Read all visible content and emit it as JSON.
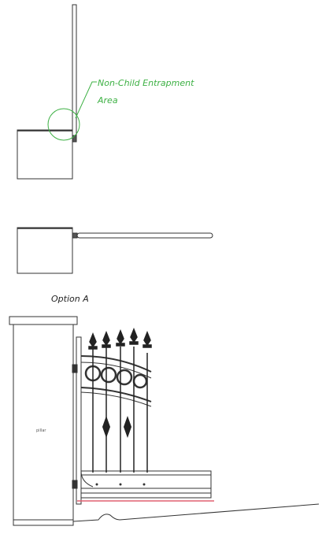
{
  "annotation": {
    "line1": "Non-Child Entrapment",
    "line2": "Area",
    "color": "#3cb043"
  },
  "caption": "Option A",
  "pillar_label": "pillar",
  "colors": {
    "line": "#333333",
    "ground_red": "#e06070"
  }
}
